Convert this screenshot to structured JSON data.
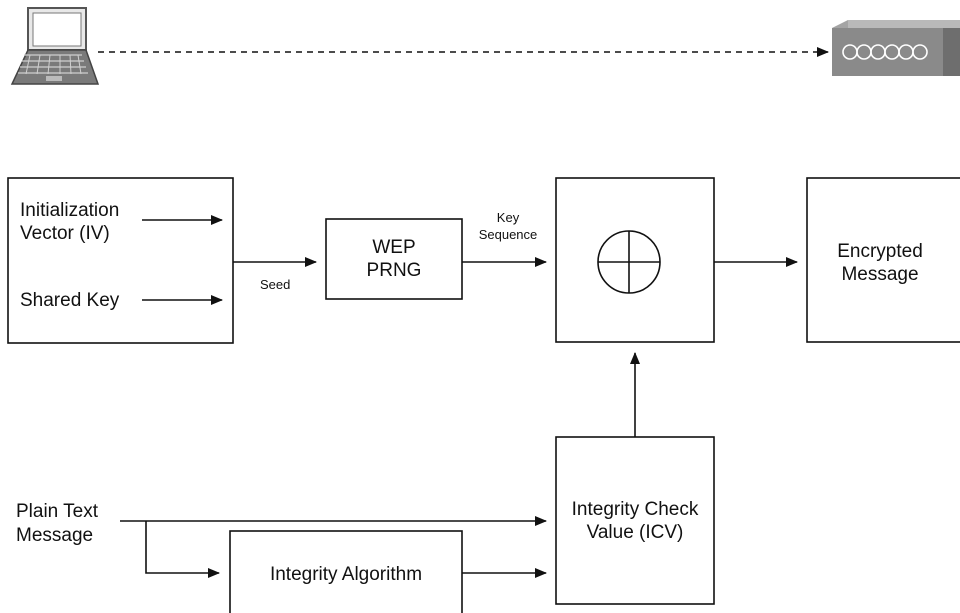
{
  "devices": {
    "laptop_icon": "laptop-icon",
    "access_point_icon": "access-point-icon"
  },
  "inputs": {
    "iv_line1": "Initialization",
    "iv_line2": "Vector (IV)",
    "shared_key": "Shared Key"
  },
  "labels": {
    "seed": "Seed",
    "key_line1": "Key",
    "key_line2": "Sequence"
  },
  "prng": {
    "line1": "WEP",
    "line2": "PRNG"
  },
  "xor_icon": "xor-circle-icon",
  "output": {
    "line1": "Encrypted",
    "line2": "Message"
  },
  "plaintext": {
    "line1": "Plain Text",
    "line2": "Message"
  },
  "integrity_algorithm": "Integrity Algorithm",
  "icv": {
    "line1": "Integrity Check",
    "line2": "Value (ICV)"
  },
  "colors": {
    "stroke": "#111111",
    "device_gray": "#8a8a8a",
    "device_dark": "#5e5e5e"
  }
}
